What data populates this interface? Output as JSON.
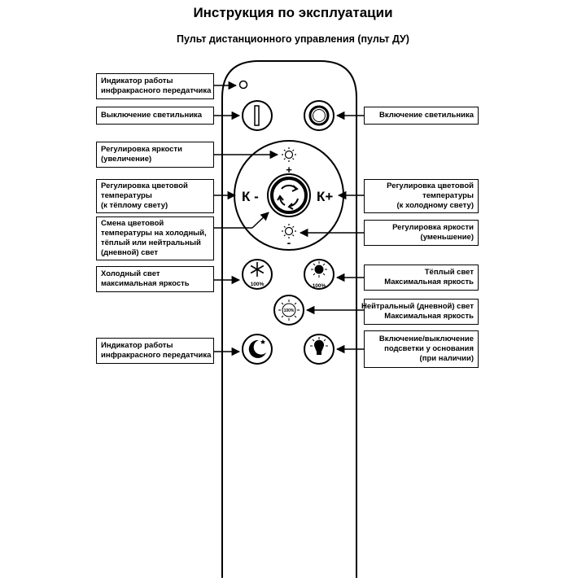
{
  "header": {
    "title": "Инструкция по эксплуатации",
    "subtitle": "Пульт дистанционного управления (пульт ДУ)"
  },
  "labels": {
    "ir_indicator_top": [
      "Индикатор работы",
      "инфракрасного передатчика"
    ],
    "power_off": [
      "Выключение светильника"
    ],
    "power_on": [
      "Включение светильника"
    ],
    "brightness_up": [
      "Регулировка яркости",
      "(увеличение)"
    ],
    "temp_warm": [
      "Регулировка цветовой",
      "температуры",
      "(к тёплому свету)"
    ],
    "temp_cold": [
      "Регулировка цветовой",
      "температуры",
      "(к холодному свету)"
    ],
    "cycle_temp": [
      "Смена цветовой",
      "температуры на холодный,",
      "тёплый или нейтральный",
      "(дневной) свет"
    ],
    "brightness_down": [
      "Регулировка яркости",
      "(уменьшение)"
    ],
    "cold_max": [
      "Холодный свет",
      "максимальная яркость"
    ],
    "warm_max": [
      "Тёплый свет",
      "Максимальная яркость"
    ],
    "neutral_max": [
      "Нейтральный (дневной) свет",
      "Максимальная яркость"
    ],
    "ir_indicator_bottom": [
      "Индикатор работы",
      "инфракрасного передатчика"
    ],
    "base_light": [
      "Включение/выключение",
      "подсветки у основания",
      "(при наличии)"
    ]
  },
  "remote": {
    "k_minus": "К -",
    "k_plus": "К+",
    "plus_sign": "+",
    "minus_sign": "-",
    "percent_cold": "100%",
    "percent_warm": "100%",
    "percent_neutral": "100%"
  },
  "colors": {
    "line": "#000000",
    "background": "#ffffff"
  }
}
